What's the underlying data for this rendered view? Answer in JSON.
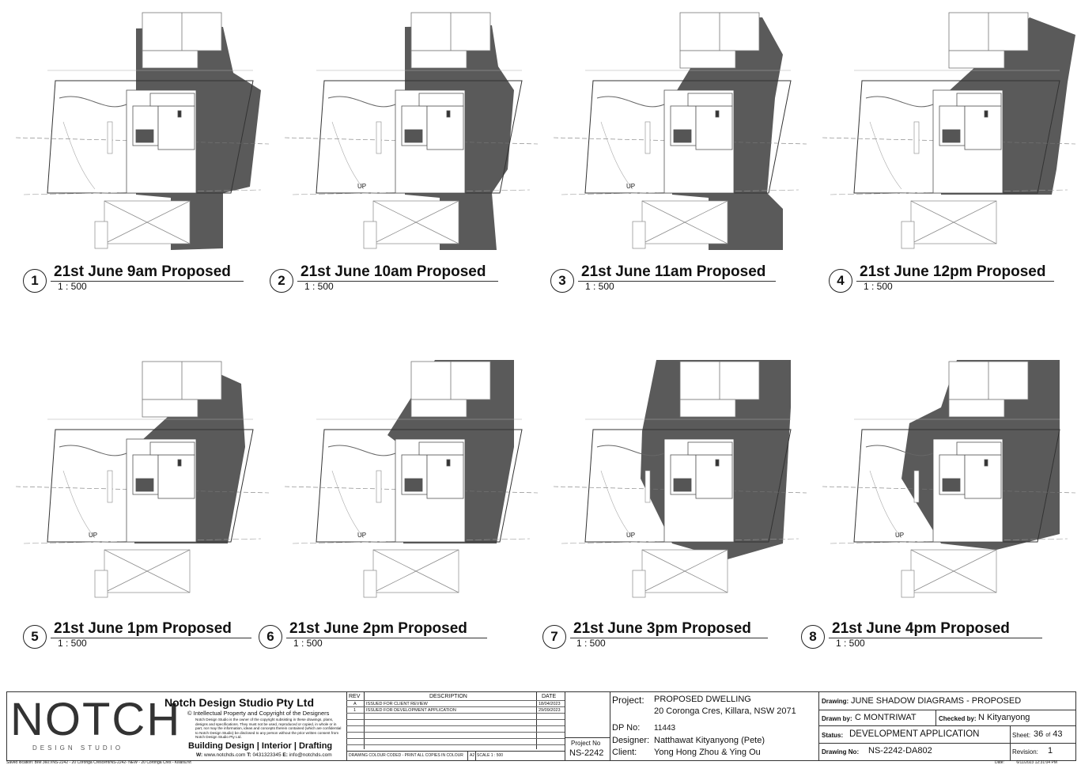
{
  "views": [
    {
      "num": "1",
      "title": "21st June 9am Proposed",
      "scale": "1 : 500",
      "up": ""
    },
    {
      "num": "2",
      "title": "21st June 10am Proposed",
      "scale": "1 : 500",
      "up": "UP"
    },
    {
      "num": "3",
      "title": "21st June 11am Proposed",
      "scale": "1 : 500",
      "up": "UP"
    },
    {
      "num": "4",
      "title": "21st June 12pm Proposed",
      "scale": "1 : 500",
      "up": ""
    },
    {
      "num": "5",
      "title": "21st June 1pm Proposed",
      "scale": "1 : 500",
      "up": "UP"
    },
    {
      "num": "6",
      "title": "21st June 2pm Proposed",
      "scale": "1 : 500",
      "up": "UP"
    },
    {
      "num": "7",
      "title": "21st June 3pm Proposed",
      "scale": "1 : 500",
      "up": "UP"
    },
    {
      "num": "8",
      "title": "21st June 4pm Proposed",
      "scale": "1 : 500",
      "up": "UP"
    }
  ],
  "titleblock": {
    "logo_text": "NOTCH",
    "logo_sub": "DESIGN STUDIO",
    "company": "Notch Design Studio Pty Ltd",
    "copyright": "© Intellectual Property and Copyright of the Designers",
    "disclaimer": "Notch Design Studio is the owner of the copyright subsisting in these drawings, plans, designs and specifications. They must not be used, reproduced or copied, in whole or in part, nor may the information, ideas and concepts therein contained (which are confidential to Notch Design Studio) be disclosed to any person without the prior written consent from Notch Design Studio Pty Ltd.",
    "services": "Building Design | Interior | Drafting",
    "contact_w_label": "W:",
    "contact_w": "www.notchds.com",
    "contact_t_label": "T:",
    "contact_t": "0431323345",
    "contact_e_label": "E:",
    "contact_e": "info@notchds.com",
    "rev_header": "REV",
    "desc_header": "DESCRIPTION",
    "date_header": "DATE",
    "revisions": [
      {
        "rev": "A",
        "desc": "ISSUED FOR CLIENT REVIEW",
        "date": "18/04/2023"
      },
      {
        "rev": "1",
        "desc": "ISSUED FOR DEVELOPMENT APPLICATION",
        "date": "29/09/2023"
      }
    ],
    "colour_note": "DRAWING COLOUR CODED - PRINT ALL COPIES IN COLOUR",
    "paper": "A2",
    "scale_label": "SCALE",
    "scale_value": "1 : 500",
    "project_no_label": "Project No",
    "project_no": "NS-2242",
    "project_label": "Project:",
    "project_name": "PROPOSED DWELLING",
    "project_address": "20 Coronga Cres, Killara, NSW 2071",
    "dp_label": "DP No:",
    "dp_no": "11443",
    "designer_label": "Designer:",
    "designer": "Natthawat Kityanyong (Pete)",
    "client_label": "Client:",
    "client": "Yong Hong Zhou & Ying Ou",
    "drawing_label": "Drawing:",
    "drawing_title": "JUNE SHADOW DIAGRAMS - PROPOSED",
    "drawn_label": "Drawn by:",
    "drawn_by": "C MONTRIWAT",
    "checked_label": "Checked by:",
    "checked_by": "N Kityanyong",
    "status_label": "Status:",
    "status": "DEVELOPMENT APPLICATION",
    "sheet_label": "Sheet:",
    "sheet": "36",
    "sheet_of": "of",
    "sheet_total": "43",
    "drawing_no_label": "Drawing No:",
    "drawing_no": "NS-2242-DA802",
    "revision_label": "Revision:",
    "revision": "1"
  },
  "footer": {
    "saved_label": "Saved location:",
    "saved_path": "BIM 360://NS-2242 - 20 Coronga Crescent/NS-2242- NEW - 20 Coronga Cres - Killara.rvt",
    "date_label": "Date:",
    "date": "6/11/2023 12:31:04 PM"
  }
}
